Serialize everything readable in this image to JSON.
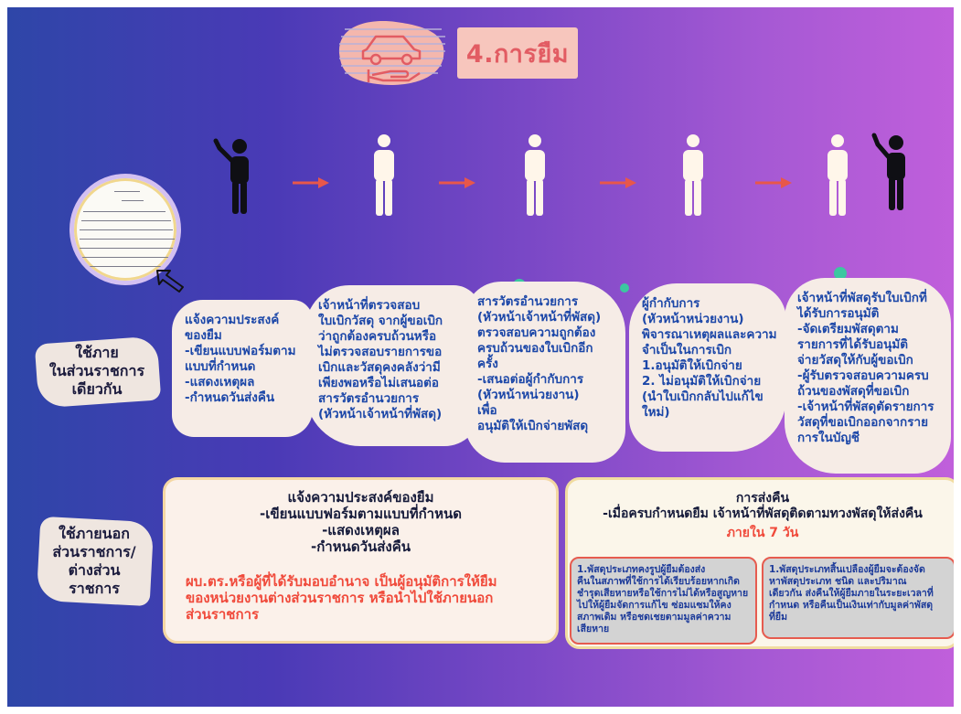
{
  "title": "4.การยืม",
  "steps": [
    {
      "lines": [
        "แจ้งความประสงค์",
        "ของยืม",
        "-เขียนแบบฟอร์มตาม",
        "แบบที่กำหนด",
        "-แสดงเหตุผล",
        "-กำหนดวันส่งคืน"
      ]
    },
    {
      "lines": [
        "เจ้าหน้าที่ตรวจสอบ",
        "ใบเบิกวัสดุ จากผู้ขอเบิก",
        "ว่าถูกต้องครบถ้วนหรือ",
        "ไม่ตรวจสอบรายการขอ",
        "เบิกและวัสดุคงคลังว่ามี",
        "เพียงพอหรือไม่เสนอต่อ",
        "สารวัตรอำนวยการ",
        "(หัวหน้าเจ้าหน้าที่พัสดุ)"
      ]
    },
    {
      "lines": [
        "สารวัตรอำนวยการ",
        "(หัวหน้าเจ้าหน้าที่พัสดุ)",
        "ตรวจสอบความถูกต้อง",
        "ครบถ้วนของใบเบิกอีก",
        "ครั้ง",
        "-เสนอต่อผู้กำกับการ",
        "(หัวหน้าหน่วยงาน)",
        "เพื่อ",
        "อนุมัติให้เบิกจ่ายพัสดุ"
      ]
    },
    {
      "lines": [
        "ผู้กำกับการ",
        "(หัวหน้าหน่วยงาน)",
        "พิจารณาเหตุผลและความ",
        "จำเป็นในการเบิก",
        "1.อนุมัติให้เบิกจ่าย",
        "2. ไม่อนุมัติให้เบิกจ่าย",
        "(นำใบเบิกกลับไปแก้ไข",
        "ใหม่)"
      ]
    },
    {
      "lines": [
        "เจ้าหน้าที่พัสดุรับใบเบิกที่",
        "ได้รับการอนุมัติ",
        "-จัดเตรียมพัสดุตาม",
        "รายการที่ได้รับอนุมัติ",
        "จ่ายวัสดุให้กับผู้ขอเบิก",
        "-ผู้รับตรวจสอบความครบ",
        "ถ้วนของพัสดุที่ขอเบิก",
        "-เจ้าหน้าที่พัสดุตัดรายการ",
        "วัสดุที่ขอเบิกออกจากราย",
        "การในบัญชี"
      ]
    }
  ],
  "side_labels": {
    "internal": [
      "ใช้ภาย",
      "ในส่วนราชการ",
      "เดียวกัน"
    ],
    "external": [
      "ใช้ภายนอก",
      "ส่วนราชการ/",
      "ต่างส่วน",
      "ราชการ"
    ]
  },
  "external_card": {
    "lines": [
      "แจ้งความประสงค์ของยืม",
      "-เขียนแบบฟอร์มตามแบบที่กำหนด",
      "-แสดงเหตุผล",
      "-กำหนดวันส่งคืน"
    ],
    "warning": [
      "ผบ.ตร.หรือผู้ที่ได้รับมอบอำนาจ เป็นผู้อนุมัติการให้ยืม",
      "ของหน่วยงานต่างส่วนราชการ หรือนำไปใช้ภายนอก",
      "ส่วนราชการ"
    ]
  },
  "return_card": {
    "title": "การส่งคืน",
    "subtitle": "-เมื่อครบกำหนดยืม เจ้าหน้าที่พัสดุติดตามทวงพัสดุให้ส่งคืน",
    "deadline": "ภายใน 7 วัน",
    "note_durable": [
      "1.พัสดุประเภทคงรูปผู้ยืมต้องส่ง",
      "คืนในสภาพที่ใช้การได้เรียบร้อยหากเกิด",
      "ชำรุดเสียหายหรือใช้การไม่ได้หรือสูญหาย",
      "ไปให้ผู้ยืมจัดการแก้ไข ซ่อมแซมให้คง",
      "สภาพเดิม หรือชดเชยตามมูลค่าความ",
      "เสียหาย"
    ],
    "note_consumable": [
      "1.พัสดุประเภทสิ้นเปลืองผู้ยืมจะต้องจัด",
      "หาพัสดุประเภท ชนิด และปริมาณ",
      "เดียวกัน ส่งคืนให้ผู้ยืมภายในระยะเวลาที่",
      "กำหนด หรือคืนเป็นเงินเท่ากับมูลค่าพัสดุ",
      "ที่ยืม"
    ]
  },
  "colors": {
    "title_bg": "#f7c6bd",
    "title_text": "#e25c63",
    "bubble_text": "#1c47a8",
    "warning_text": "#f04a3b",
    "arrow": "#e8574a",
    "accent_dot": "#3cc7a0"
  },
  "icons": [
    "car-icon",
    "hand-icon",
    "pointing-person-icon",
    "person-icon",
    "right-arrow-icon",
    "document-icon",
    "cursor-arrow-icon"
  ]
}
